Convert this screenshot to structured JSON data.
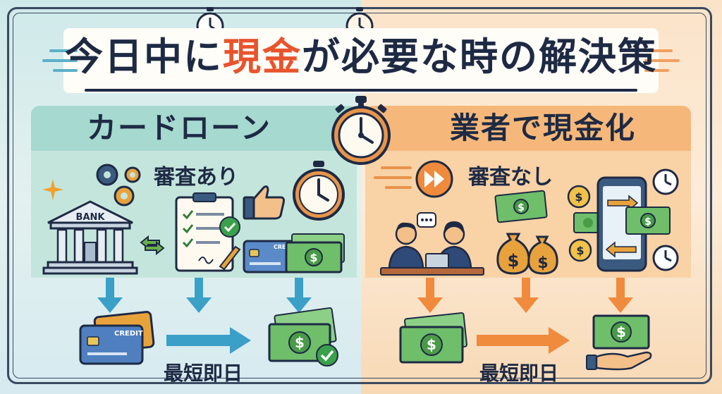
{
  "title": {
    "before": "今日中に",
    "highlight": "現金",
    "after": "が必要な時の解決策"
  },
  "left": {
    "heading": "カードローン",
    "review": "審査あり",
    "result": "最短即日",
    "bank_label": "BANK",
    "card_label_small": "CREDI",
    "card_label": "CREDIT"
  },
  "right": {
    "heading": "業者で現金化",
    "review": "審査なし",
    "result": "最短即日"
  },
  "colors": {
    "accent": "#e8542c",
    "navy": "#1e2a44",
    "teal": "#3aa0c8",
    "orange": "#f08a3c",
    "money": "#5aa860"
  }
}
